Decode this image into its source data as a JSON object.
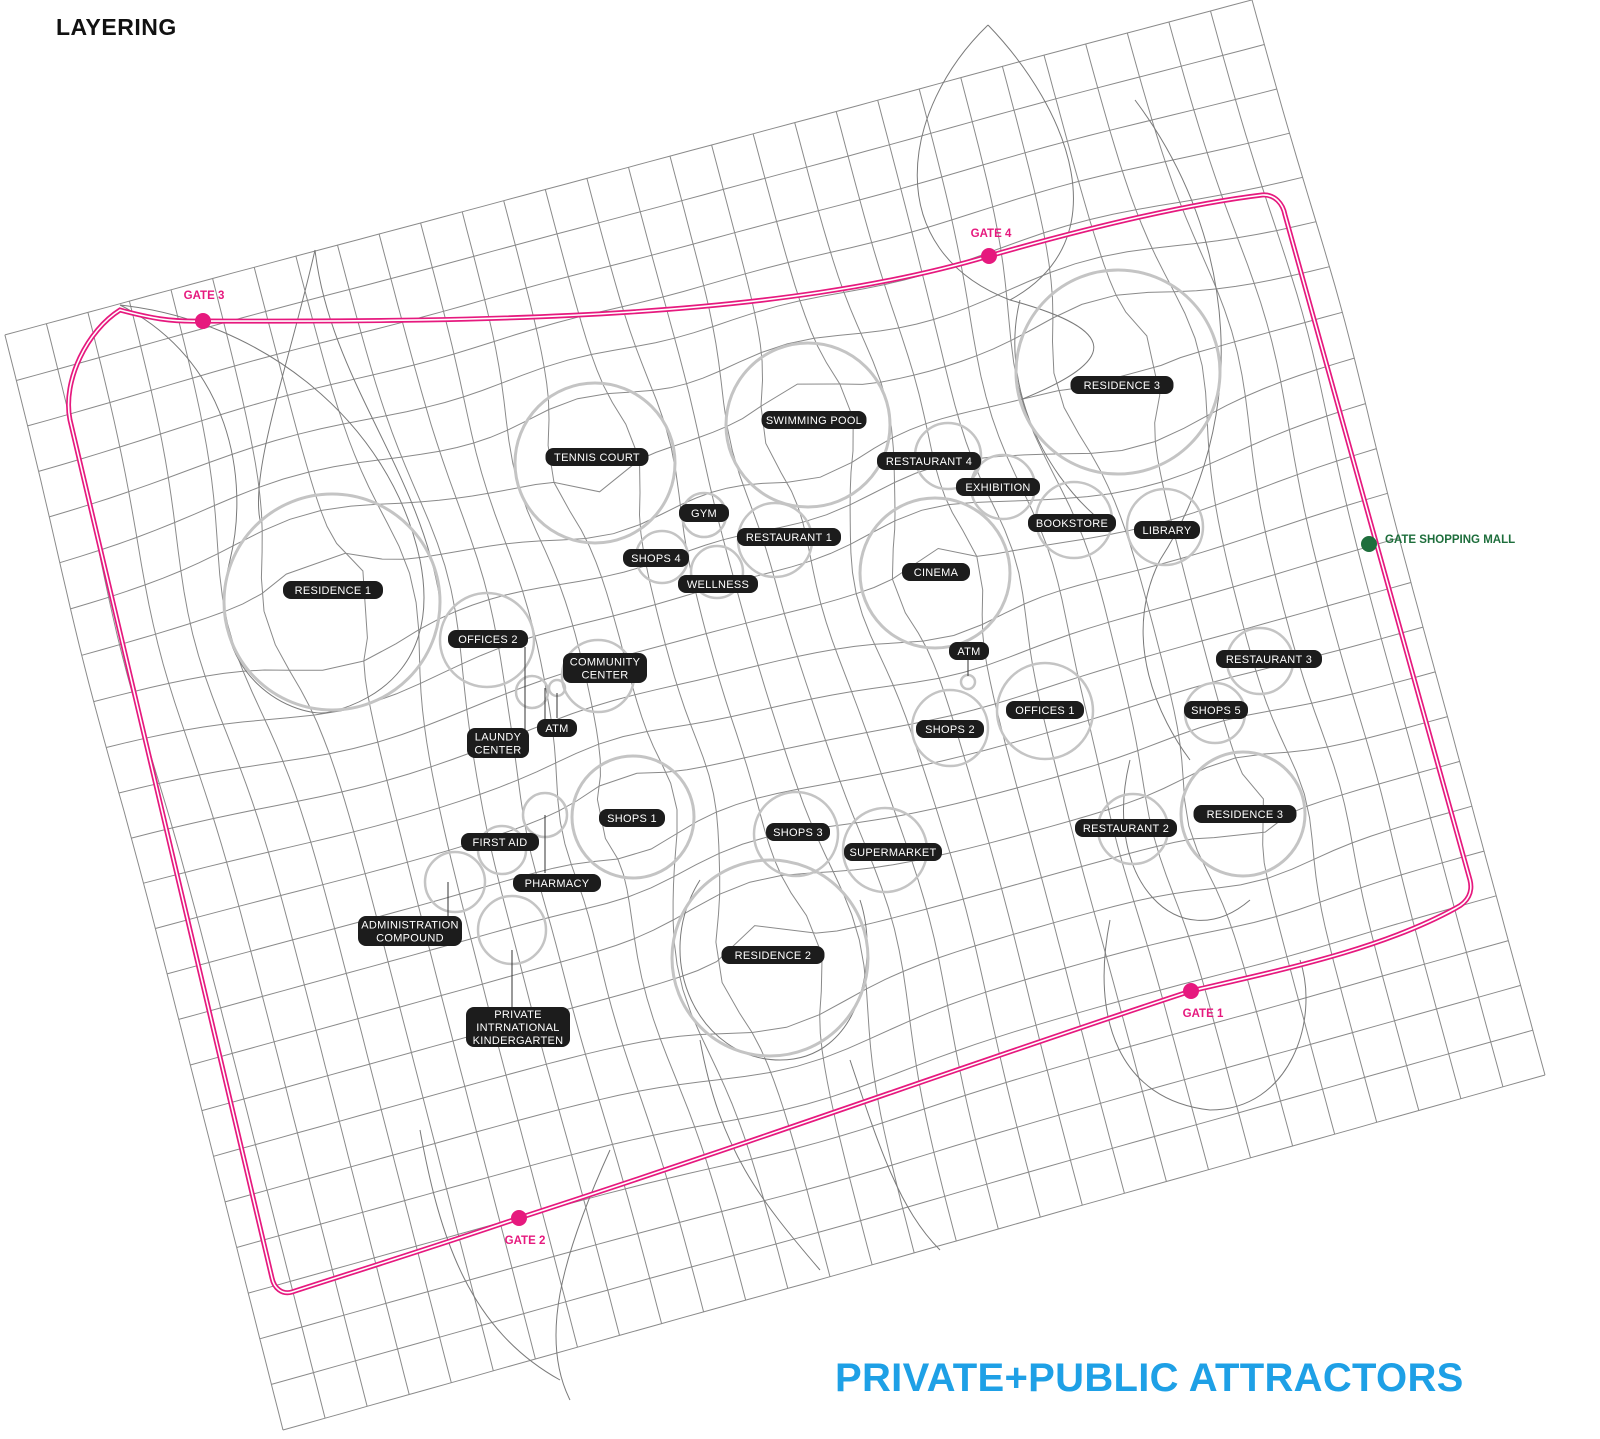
{
  "header": {
    "title": "LAYERING"
  },
  "footer": {
    "title": "PRIVATE+PUBLIC ATTRACTORS"
  },
  "colors": {
    "grid": "#8a8a8a",
    "circle": "#c4c4c4",
    "route": "#e6197e",
    "gate": "#e6197e",
    "mall_gate": "#1e6e3c",
    "label_bg": "#1c1c1c",
    "label_text": "#ffffff",
    "title": "#1ea0e6"
  },
  "gates": [
    {
      "id": "gate-3",
      "label": "GATE 3"
    },
    {
      "id": "gate-4",
      "label": "GATE 4"
    },
    {
      "id": "gate-1",
      "label": "GATE 1"
    },
    {
      "id": "gate-2",
      "label": "GATE 2"
    },
    {
      "id": "gate-shopping-mall",
      "label": "GATE SHOPPING MALL"
    }
  ],
  "attractors": [
    {
      "id": "residence-1",
      "label": [
        "RESIDENCE 1"
      ]
    },
    {
      "id": "residence-2",
      "label": [
        "RESIDENCE 2"
      ]
    },
    {
      "id": "residence-3-top",
      "label": [
        "RESIDENCE 3"
      ]
    },
    {
      "id": "residence-3-right",
      "label": [
        "RESIDENCE 3"
      ]
    },
    {
      "id": "tennis-court",
      "label": [
        "TENNIS COURT"
      ]
    },
    {
      "id": "swimming-pool",
      "label": [
        "SWIMMING POOL"
      ]
    },
    {
      "id": "cinema",
      "label": [
        "CINEMA"
      ]
    },
    {
      "id": "restaurant-4",
      "label": [
        "RESTAURANT 4"
      ]
    },
    {
      "id": "exhibition",
      "label": [
        "EXHIBITION"
      ]
    },
    {
      "id": "bookstore",
      "label": [
        "BOOKSTORE"
      ]
    },
    {
      "id": "library",
      "label": [
        "LIBRARY"
      ]
    },
    {
      "id": "gym",
      "label": [
        "GYM"
      ]
    },
    {
      "id": "restaurant-1",
      "label": [
        "RESTAURANT 1"
      ]
    },
    {
      "id": "shops-4",
      "label": [
        "SHOPS 4"
      ]
    },
    {
      "id": "wellness",
      "label": [
        "WELLNESS"
      ]
    },
    {
      "id": "offices-2",
      "label": [
        "OFFICES 2"
      ]
    },
    {
      "id": "community-center",
      "label": [
        "COMMUNITY",
        "CENTER"
      ]
    },
    {
      "id": "atm-left",
      "label": [
        "ATM"
      ]
    },
    {
      "id": "laundy-center",
      "label": [
        "LAUNDY",
        "CENTER"
      ]
    },
    {
      "id": "atm-right",
      "label": [
        "ATM"
      ]
    },
    {
      "id": "shops-2",
      "label": [
        "SHOPS 2"
      ]
    },
    {
      "id": "offices-1",
      "label": [
        "OFFICES 1"
      ]
    },
    {
      "id": "restaurant-3",
      "label": [
        "RESTAURANT 3"
      ]
    },
    {
      "id": "shops-5",
      "label": [
        "SHOPS 5"
      ]
    },
    {
      "id": "shops-1",
      "label": [
        "SHOPS 1"
      ]
    },
    {
      "id": "first-aid",
      "label": [
        "FIRST AID"
      ]
    },
    {
      "id": "pharmacy",
      "label": [
        "PHARMACY"
      ]
    },
    {
      "id": "administration-compound",
      "label": [
        "ADMINISTRATION",
        "COMPOUND"
      ]
    },
    {
      "id": "private-kindergarten",
      "label": [
        "PRIVATE",
        "INTRNATIONAL",
        "KINDERGARTEN"
      ]
    },
    {
      "id": "shops-3",
      "label": [
        "SHOPS 3"
      ]
    },
    {
      "id": "supermarket",
      "label": [
        "SUPERMARKET"
      ]
    },
    {
      "id": "restaurant-2",
      "label": [
        "RESTAURANT 2"
      ]
    }
  ]
}
